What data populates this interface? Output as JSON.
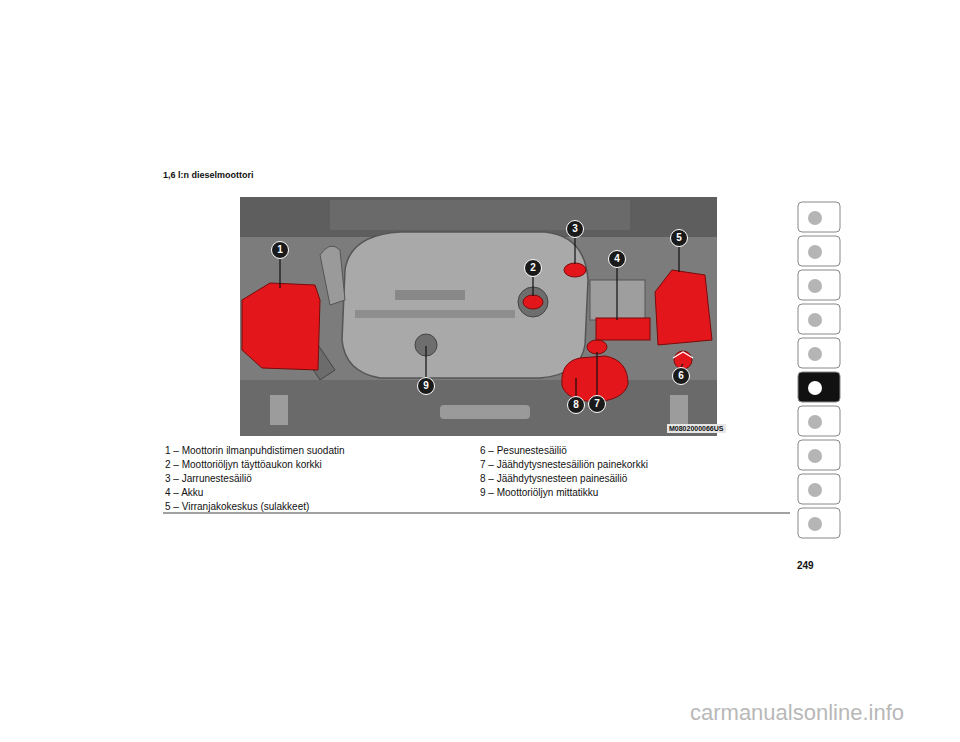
{
  "diagram": {
    "title": "1,6 l:n dieselmoottori",
    "nodes": [
      {
        "text": [
          "1"
        ]
      },
      {
        "text": [
          "2"
        ]
      },
      {
        "text": [
          "3"
        ]
      },
      {
        "text": [
          "4"
        ]
      },
      {
        "text": [
          "5"
        ]
      },
      {
        "text": [
          "6"
        ]
      },
      {
        "text": [
          "7"
        ]
      },
      {
        "text": [
          "8"
        ]
      },
      {
        "text": [
          "9"
        ]
      }
    ],
    "labels": [
      "M0802000066US",
      "1 – Moottorin ilmanpuhdistimen suodatin",
      "2 – Moottoriöljyn täyttöaukon korkki",
      "3 – Jarrunestesäiliö",
      "4 – Akku",
      "5 – Virranjakokeskus (sulakkeet)",
      "6 – Pesunestesäiliö",
      "7 – Jäähdytysnestesäiliön painekorkki",
      "8 – Jäähdytysnesteen painesäiliö",
      "9 – Moottoriöljyn mittatikku",
      "249",
      "carmanualsonline.info"
    ]
  }
}
